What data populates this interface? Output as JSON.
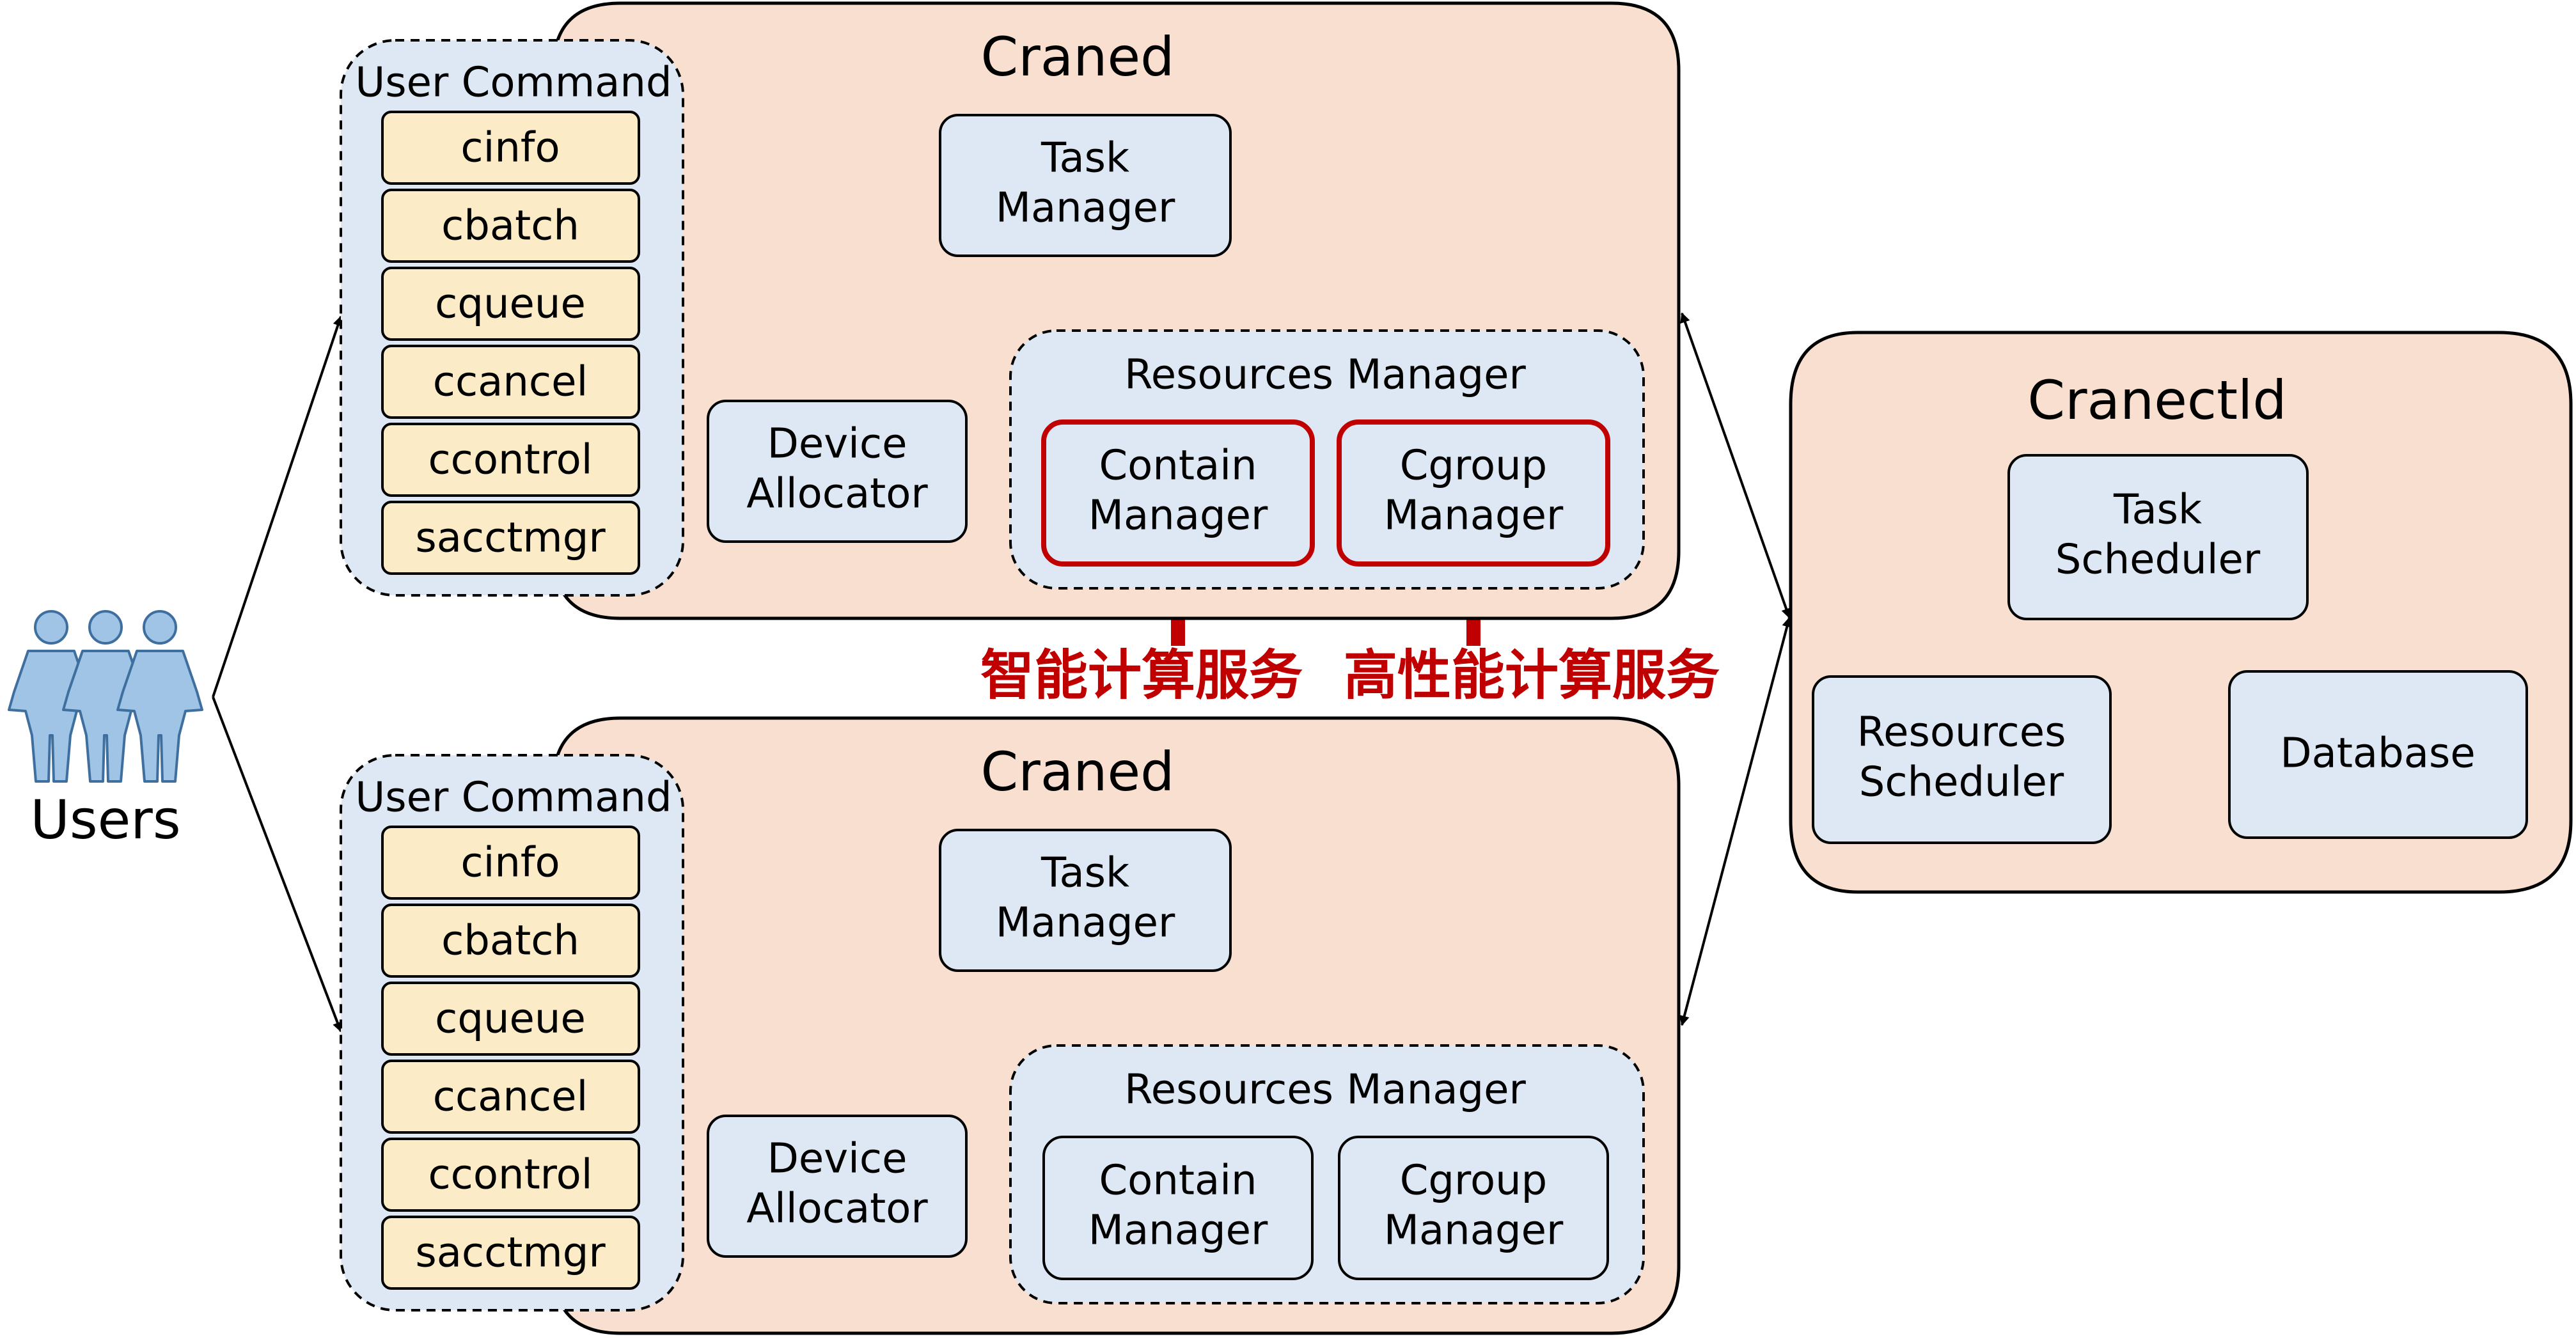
{
  "users": {
    "label": "Users"
  },
  "craned": [
    {
      "title": "Craned",
      "user_command": {
        "title": "User Command",
        "commands": [
          "cinfo",
          "cbatch",
          "cqueue",
          "ccancel",
          "ccontrol",
          "sacctmgr"
        ]
      },
      "task_manager": [
        "Task",
        "Manager"
      ],
      "device_allocator": [
        "Device",
        "Allocator"
      ],
      "resources_manager": {
        "title": "Resources Manager",
        "contain_manager": [
          "Contain",
          "Manager"
        ],
        "cgroup_manager": [
          "Cgroup",
          "Manager"
        ]
      }
    },
    {
      "title": "Craned",
      "user_command": {
        "title": "User Command",
        "commands": [
          "cinfo",
          "cbatch",
          "cqueue",
          "ccancel",
          "ccontrol",
          "sacctmgr"
        ]
      },
      "task_manager": [
        "Task",
        "Manager"
      ],
      "device_allocator": [
        "Device",
        "Allocator"
      ],
      "resources_manager": {
        "title": "Resources Manager",
        "contain_manager": [
          "Contain",
          "Manager"
        ],
        "cgroup_manager": [
          "Cgroup",
          "Manager"
        ]
      }
    }
  ],
  "service_labels": {
    "intelligent_computing": "智能计算服务",
    "hpc": "高性能计算服务"
  },
  "cranectld": {
    "title": "Cranectld",
    "task_scheduler": [
      "Task",
      "Scheduler"
    ],
    "resources_scheduler": [
      "Resources",
      "Scheduler"
    ],
    "database": "Database"
  },
  "colors": {
    "node_fill": "#f8dfcf",
    "group_fill": "#dde8f4",
    "command_fill": "#fbebc6",
    "highlight": "#c00000",
    "stroke": "#000000",
    "users_fill": "#9fc4e6",
    "users_stroke": "#3f6f9e"
  }
}
